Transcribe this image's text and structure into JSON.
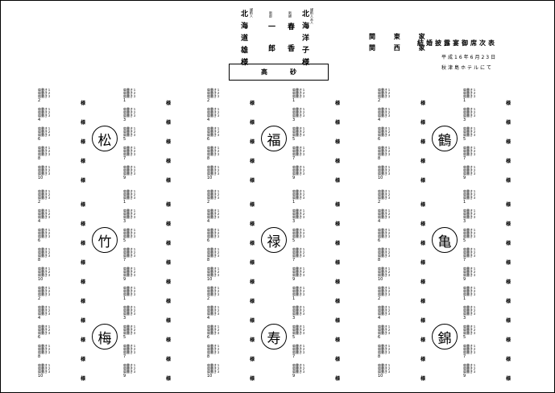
{
  "head_table": {
    "nakodo": {
      "role": "媒酌人",
      "name": "北海道雄",
      "honorific": "様"
    },
    "groom": {
      "role": "新郎",
      "name": "一郎"
    },
    "bride": {
      "role": "新婦",
      "name": "春香"
    },
    "nakodo_wife": {
      "role": "媒酌人夫人",
      "name": "北海洋子",
      "honorific": "様"
    },
    "label": [
      "高",
      "砂"
    ]
  },
  "families": {
    "east": "関 東 家",
    "west": "関 西 家"
  },
  "title": "結婚披露宴御席次表",
  "date": "平成16年6月23日",
  "venue": "秋津島ホテルにて",
  "seat_lines": [
    "肩書き１",
    "肩書き２",
    "肩書き３"
  ],
  "honorific": "様",
  "tables": [
    {
      "name": "松",
      "seats": [
        1,
        2,
        3,
        4,
        5,
        6,
        7,
        8,
        9,
        10
      ]
    },
    {
      "name": "福",
      "seats": [
        1,
        2,
        3,
        4,
        5,
        6,
        7,
        8,
        9,
        10
      ]
    },
    {
      "name": "鶴",
      "seats": [
        1,
        2,
        3,
        4,
        5,
        6,
        7,
        8,
        9,
        10
      ]
    },
    {
      "name": "竹",
      "seats": [
        1,
        2,
        3,
        4,
        5,
        6,
        7,
        8,
        9,
        10
      ]
    },
    {
      "name": "禄",
      "seats": [
        1,
        2,
        3,
        4,
        5,
        6,
        7,
        8,
        9,
        10
      ]
    },
    {
      "name": "亀",
      "seats": [
        1,
        2,
        3,
        4,
        5,
        6,
        7,
        8,
        9,
        10
      ]
    },
    {
      "name": "梅",
      "seats": [
        1,
        2,
        3,
        4,
        5,
        6,
        7,
        8,
        9,
        10
      ]
    },
    {
      "name": "寿",
      "seats": [
        1,
        2,
        3,
        4,
        5,
        6,
        7,
        8,
        9,
        10
      ]
    },
    {
      "name": "錦",
      "seats": [
        1,
        2,
        3,
        4,
        5,
        6,
        7,
        8,
        9,
        10
      ]
    }
  ]
}
